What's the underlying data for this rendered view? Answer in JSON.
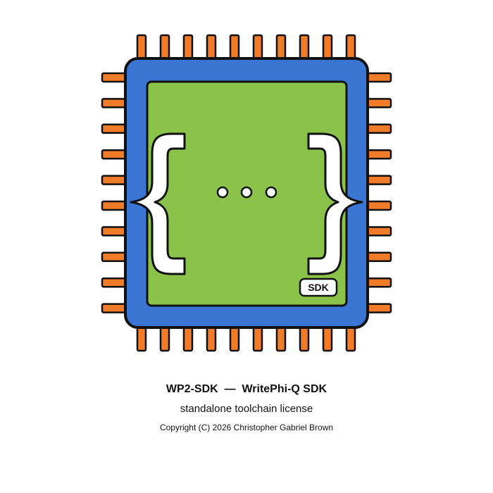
{
  "chip": {
    "badge_label": "SDK",
    "colors": {
      "pins": "#f07c2a",
      "package": "#3a75d4",
      "die": "#8bc34a",
      "outline": "#111111",
      "braces": "#ffffff"
    },
    "icons": [
      "chip-icon",
      "left-brace-icon",
      "right-brace-icon",
      "ellipsis-icon"
    ]
  },
  "caption": {
    "title": "WP2-SDK  —  WritePhi-Q SDK",
    "subtitle": "standalone toolchain license",
    "copyright": "Copyright (C) 2026 Christopher Gabriel Brown"
  }
}
